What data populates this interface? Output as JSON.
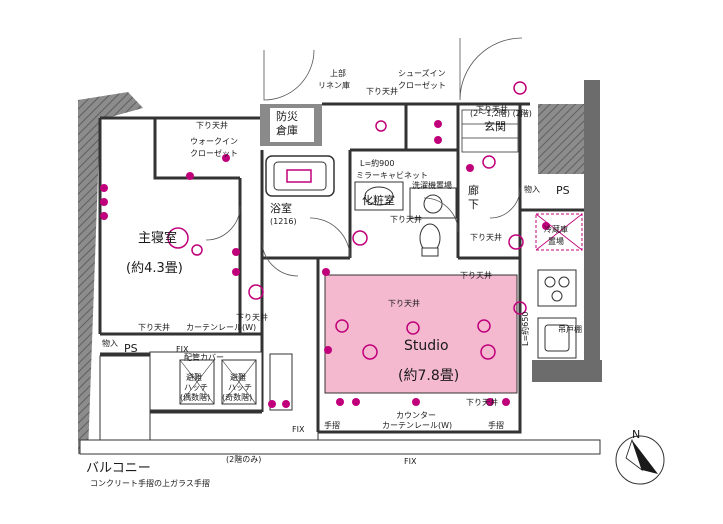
{
  "rooms": {
    "bedroom_title": "主寝室",
    "bedroom_size": "(約4.3畳)",
    "studio_title": "Studio",
    "studio_size": "(約7.8畳)",
    "bath_title": "浴室",
    "bath_size": "(1216)",
    "powder_room": "化粧室",
    "entrance": "玄関",
    "corridor_1": "廊",
    "corridor_2": "下",
    "balcony": "バルコニー",
    "disaster_storage_1": "防災",
    "disaster_storage_2": "倉庫"
  },
  "labels": {
    "linen_1": "上部",
    "linen_2": "リネン庫",
    "shoes_1": "シューズイン",
    "shoes_2": "クローゼット",
    "wic_1": "ウォークイン",
    "wic_2": "クローゼット",
    "mirror_1": "L=約900",
    "mirror_2": "ミラーキャビネット",
    "washer": "洗濯機置場",
    "fridge_1": "冷蔵庫",
    "fridge_2": "置場",
    "storage_right": "物入",
    "storage_left": "物入",
    "ps_right": "PS",
    "ps_left": "PS",
    "pipe_cover": "配管カバー",
    "fix_left": "FIX",
    "fix_right": "FIX",
    "fix_bottom": "FIX",
    "hatch1_1": "避難",
    "hatch1_2": "ハッチ",
    "hatch1_3": "(偶数階)",
    "hatch2_1": "避難",
    "hatch2_2": "ハッチ",
    "hatch2_3": "(奇数階)",
    "counter": "カウンター",
    "curtain_rail_bedroom": "カーテンレール(W)",
    "curtain_rail_studio": "カーテンレール(W)",
    "handrail_left": "手摺",
    "handrail_right": "手摺",
    "only_2f": "(2階のみ)",
    "balcony_note": "コンクリート手摺の上ガラス手摺",
    "dimension_650": "L=約650",
    "ceiling_lower": "下り天井",
    "ceiling_lower_short": "下り天井",
    "kitchen_tag": "吊戸棚",
    "size_range": "(2～1,2階)  (2階)"
  },
  "compass": {
    "label": "N"
  }
}
